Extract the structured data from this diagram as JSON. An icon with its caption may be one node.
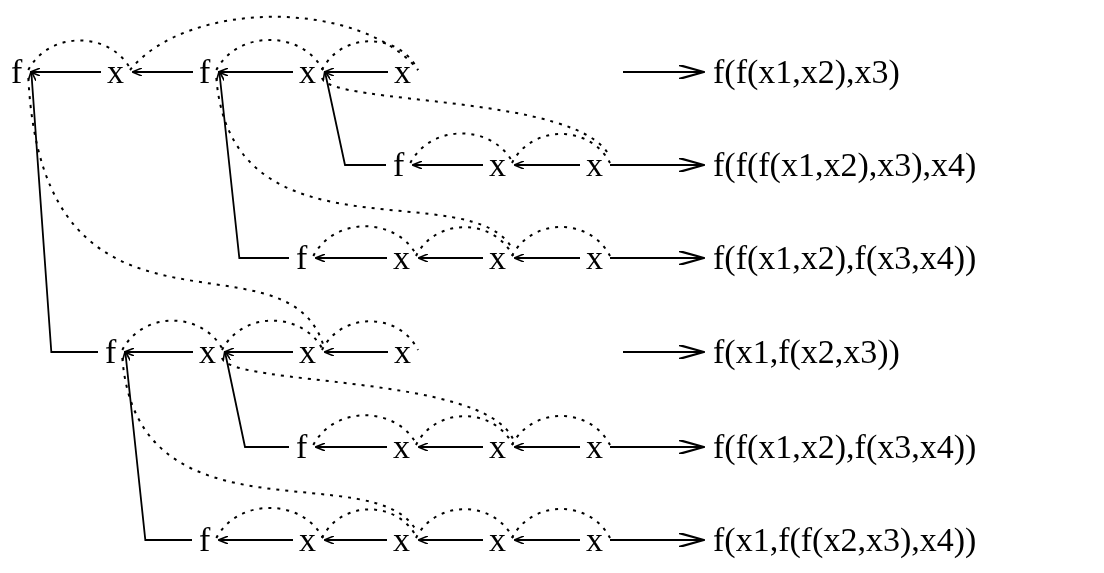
{
  "diagram": {
    "nodes": [
      {
        "text": [
          "f"
        ]
      },
      {
        "text": [
          "x"
        ]
      },
      {
        "text": [
          "f"
        ]
      },
      {
        "text": [
          "x"
        ]
      },
      {
        "text": [
          "x"
        ]
      },
      {
        "text": [
          "f(f(x1,x2),x3)"
        ]
      },
      {
        "text": [
          "f"
        ]
      },
      {
        "text": [
          "x"
        ]
      },
      {
        "text": [
          "x"
        ]
      },
      {
        "text": [
          "f(f(f(x1,x2),x3),x4)"
        ]
      },
      {
        "text": [
          "f"
        ]
      },
      {
        "text": [
          "x"
        ]
      },
      {
        "text": [
          "x"
        ]
      },
      {
        "text": [
          "x"
        ]
      },
      {
        "text": [
          "f(f(x1,x2),f(x3,x4))"
        ]
      },
      {
        "text": [
          "f"
        ]
      },
      {
        "text": [
          "x"
        ]
      },
      {
        "text": [
          "x"
        ]
      },
      {
        "text": [
          "x"
        ]
      },
      {
        "text": [
          "f(x1,f(x2,x3))"
        ]
      },
      {
        "text": [
          "f"
        ]
      },
      {
        "text": [
          "x"
        ]
      },
      {
        "text": [
          "x"
        ]
      },
      {
        "text": [
          "x"
        ]
      },
      {
        "text": [
          "f(f(x1,x2),f(x3,x4))"
        ]
      },
      {
        "text": [
          "f"
        ]
      },
      {
        "text": [
          "x"
        ]
      },
      {
        "text": [
          "x"
        ]
      },
      {
        "text": [
          "x"
        ]
      },
      {
        "text": [
          "x"
        ]
      },
      {
        "text": [
          "f(x1,f(f(x2,x3),x4))"
        ]
      }
    ],
    "edges": [
      {
        "from": 1,
        "to": 0,
        "arrow": "to"
      },
      {
        "from": 2,
        "to": 1,
        "arrow": "to"
      },
      {
        "from": 3,
        "to": 2,
        "arrow": "to"
      },
      {
        "from": 4,
        "to": 3,
        "arrow": "to"
      },
      {
        "from": null,
        "to": 5,
        "arrow": "to"
      },
      {
        "from": 6,
        "to": 3,
        "arrow": "to"
      },
      {
        "from": 7,
        "to": 6,
        "arrow": "to"
      },
      {
        "from": 8,
        "to": 7,
        "arrow": "to"
      },
      {
        "from": 8,
        "to": 9,
        "arrow": "to"
      },
      {
        "from": 10,
        "to": 2,
        "arrow": "to"
      },
      {
        "from": 11,
        "to": 10,
        "arrow": "to"
      },
      {
        "from": 12,
        "to": 11,
        "arrow": "to"
      },
      {
        "from": 13,
        "to": 12,
        "arrow": "to"
      },
      {
        "from": 13,
        "to": 14,
        "arrow": "to"
      },
      {
        "from": 15,
        "to": 0,
        "arrow": "to"
      },
      {
        "from": 16,
        "to": 15,
        "arrow": "to"
      },
      {
        "from": 17,
        "to": 16,
        "arrow": "to"
      },
      {
        "from": 18,
        "to": 17,
        "arrow": "to"
      },
      {
        "from": null,
        "to": 19,
        "arrow": "to"
      },
      {
        "from": 20,
        "to": 16,
        "arrow": "to"
      },
      {
        "from": 21,
        "to": 20,
        "arrow": "to"
      },
      {
        "from": 22,
        "to": 21,
        "arrow": "to"
      },
      {
        "from": 23,
        "to": 22,
        "arrow": "to"
      },
      {
        "from": 23,
        "to": 24,
        "arrow": "to"
      },
      {
        "from": 25,
        "to": 15,
        "arrow": "to"
      },
      {
        "from": 26,
        "to": 25,
        "arrow": "to"
      },
      {
        "from": 27,
        "to": 26,
        "arrow": "to"
      },
      {
        "from": 28,
        "to": 27,
        "arrow": "to"
      },
      {
        "from": 29,
        "to": 28,
        "arrow": "to"
      },
      {
        "from": 29,
        "to": 30,
        "arrow": "to"
      },
      {
        "from": 0,
        "to": 1,
        "arrow": "none",
        "style": "dashed"
      },
      {
        "from": 1,
        "to": 4,
        "arrow": "none",
        "style": "dashed"
      },
      {
        "from": 2,
        "to": 3,
        "arrow": "none",
        "style": "dashed"
      },
      {
        "from": 3,
        "to": 4,
        "arrow": "none",
        "style": "dashed"
      },
      {
        "from": 3,
        "to": 8,
        "arrow": "none",
        "style": "dashed"
      },
      {
        "from": 2,
        "to": 12,
        "arrow": "none",
        "style": "dashed"
      },
      {
        "from": 0,
        "to": 17,
        "arrow": "none",
        "style": "dashed"
      },
      {
        "from": 6,
        "to": 7,
        "arrow": "none",
        "style": "dashed"
      },
      {
        "from": 7,
        "to": 8,
        "arrow": "none",
        "style": "dashed"
      },
      {
        "from": 10,
        "to": 11,
        "arrow": "none",
        "style": "dashed"
      },
      {
        "from": 11,
        "to": 12,
        "arrow": "none",
        "style": "dashed"
      },
      {
        "from": 12,
        "to": 13,
        "arrow": "none",
        "style": "dashed"
      },
      {
        "from": 15,
        "to": 16,
        "arrow": "none",
        "style": "dashed"
      },
      {
        "from": 16,
        "to": 17,
        "arrow": "none",
        "style": "dashed"
      },
      {
        "from": 17,
        "to": 18,
        "arrow": "none",
        "style": "dashed"
      },
      {
        "from": 16,
        "to": 22,
        "arrow": "none",
        "style": "dashed"
      },
      {
        "from": 15,
        "to": 27,
        "arrow": "none",
        "style": "dashed"
      },
      {
        "from": 20,
        "to": 21,
        "arrow": "none",
        "style": "dashed"
      },
      {
        "from": 21,
        "to": 22,
        "arrow": "none",
        "style": "dashed"
      },
      {
        "from": 22,
        "to": 23,
        "arrow": "none",
        "style": "dashed"
      },
      {
        "from": 25,
        "to": 26,
        "arrow": "none",
        "style": "dashed"
      },
      {
        "from": 26,
        "to": 27,
        "arrow": "none",
        "style": "dashed"
      },
      {
        "from": 27,
        "to": 28,
        "arrow": "none",
        "style": "dashed"
      },
      {
        "from": 28,
        "to": 29,
        "arrow": "none",
        "style": "dashed"
      }
    ]
  }
}
